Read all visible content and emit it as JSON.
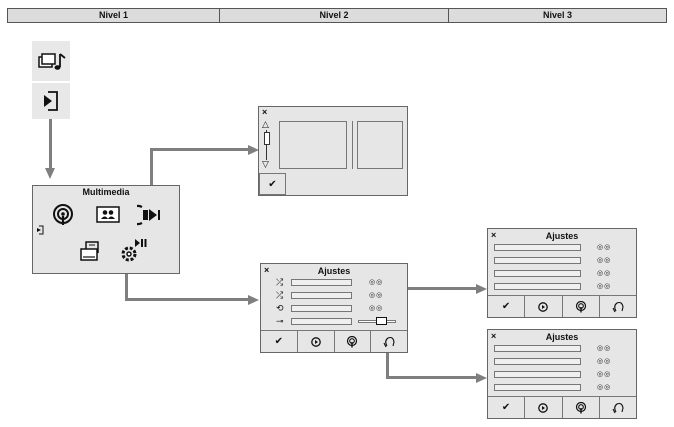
{
  "header": {
    "columns": [
      {
        "label": "Nivel 1"
      },
      {
        "label": "Nivel 2"
      },
      {
        "label": "Nivel 3"
      }
    ]
  },
  "multimedia_panel": {
    "title": "Multimedia"
  },
  "settings_panel": {
    "title": "Ajustes",
    "dots": "◎◎"
  },
  "settings_panel_top": {
    "title": "Ajustes",
    "dots": "◎◎"
  },
  "settings_panel_bottom": {
    "title": "Ajustes",
    "dots": "◎◎"
  },
  "glyphs": {
    "close": "×",
    "check": "✔",
    "scroll_up": "△",
    "scroll_down": "▽",
    "shuffle": "⤮",
    "repeat": "⟲",
    "balance": "⊸"
  },
  "icons": [
    "screen-note-icon",
    "source-enter-icon",
    "radio-icon",
    "contacts-icon",
    "media-play-icon",
    "sd-card-icon",
    "settings-play-icon",
    "shuffle-icon",
    "repeat-icon",
    "headphone-icon"
  ]
}
